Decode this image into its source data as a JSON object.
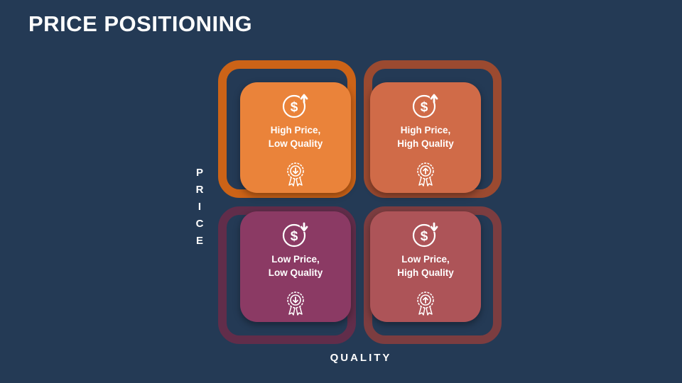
{
  "title": "PRICE POSITIONING",
  "axes": {
    "y_label_letters": [
      "P",
      "R",
      "I",
      "C",
      "E"
    ],
    "x_label": "QUALITY"
  },
  "quadrants": [
    {
      "label": "High Price,\nLow Quality",
      "price_direction": "up",
      "quality_direction": "down",
      "colors": {
        "card": "#ea833a",
        "frame": "#cc6317"
      }
    },
    {
      "label": "High Price,\nHigh Quality",
      "price_direction": "up",
      "quality_direction": "up",
      "colors": {
        "card": "#d06b48",
        "frame": "#9b4a30"
      }
    },
    {
      "label": "Low Price,\nLow Quality",
      "price_direction": "down",
      "quality_direction": "down",
      "colors": {
        "card": "#8b3a64",
        "frame": "#612d4a"
      }
    },
    {
      "label": "Low Price,\nHigh Quality",
      "price_direction": "down",
      "quality_direction": "up",
      "colors": {
        "card": "#ad5458",
        "frame": "#7c3d40"
      }
    }
  ]
}
